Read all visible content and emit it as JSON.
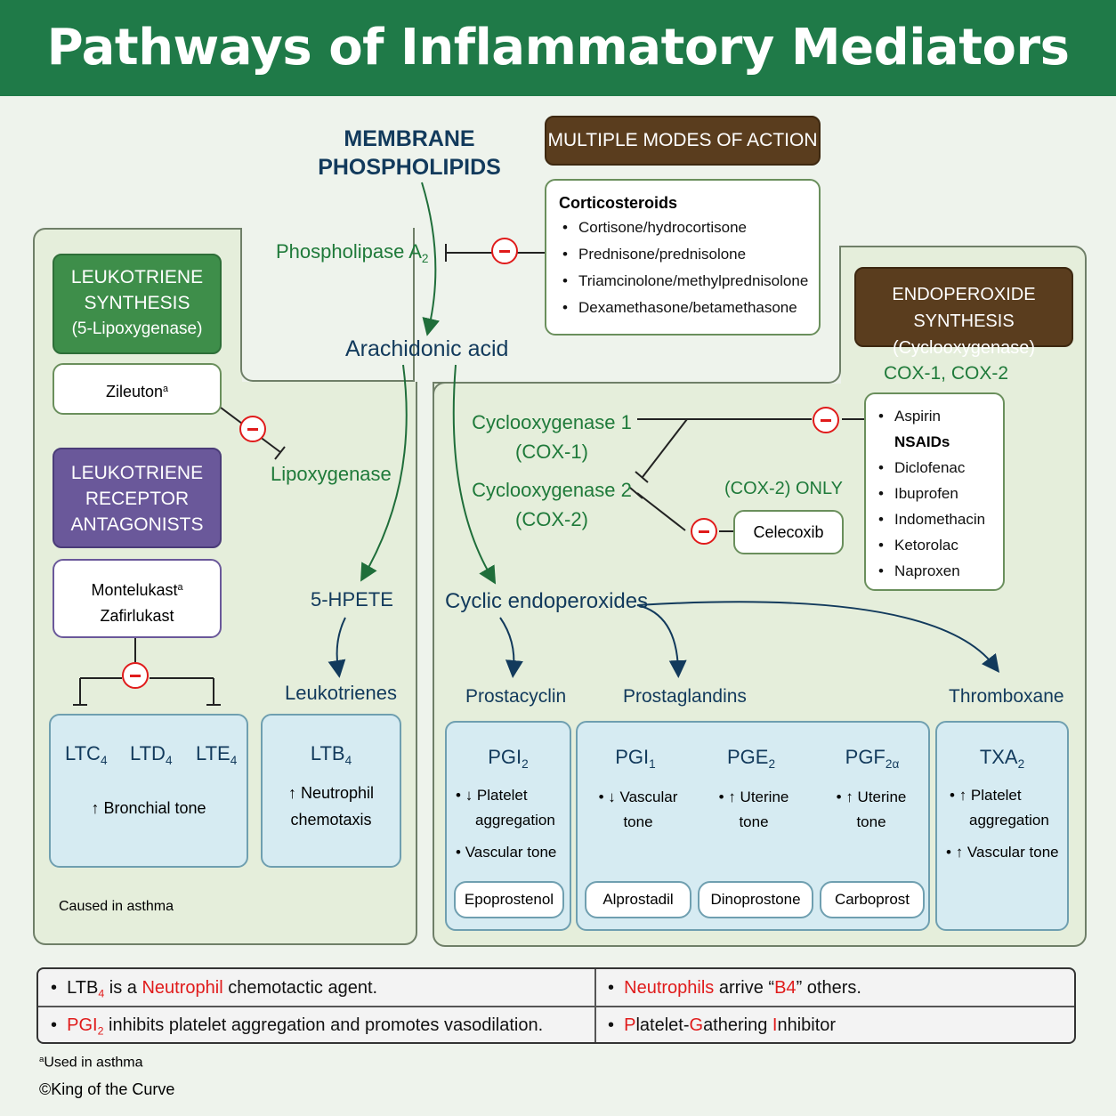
{
  "title": "Pathways of Inflammatory Mediators",
  "membrane": {
    "line1": "MEMBRANE",
    "line2": "PHOSPHOLIPIDS"
  },
  "phospholipase": {
    "text": "Phospholipase A",
    "sub": "2"
  },
  "arachidonic": "Arachidonic acid",
  "multiple_modes": {
    "header": "MULTIPLE MODES OF ACTION",
    "title": "Corticosteroids",
    "items": [
      "Cortisone/hydrocortisone",
      "Prednisone/prednisolone",
      "Triamcinolone/methylprednisolone",
      "Dexamethasone/betamethasone"
    ]
  },
  "leukotriene_synthesis": {
    "line1": "LEUKOTRIENE",
    "line2": "SYNTHESIS",
    "line3": "(5-Lipoxygenase)"
  },
  "zileuton": {
    "name": "Zileuton",
    "mark": "a"
  },
  "lipoxygenase": "Lipoxygenase",
  "receptor_antagonists": {
    "line1": "LEUKOTRIENE",
    "line2": "RECEPTOR",
    "line3": "ANTAGONISTS"
  },
  "antagonist_drugs": {
    "drug1": "Montelukast",
    "mark": "a",
    "drug2": "Zafirlukast"
  },
  "hpete": "5-HPETE",
  "leukotrienes": "Leukotrienes",
  "ltc_box": {
    "ltc": "LTC",
    "ltc_sub": "4",
    "ltd": "LTD",
    "ltd_sub": "4",
    "lte": "LTE",
    "lte_sub": "4",
    "effect": "↑ Bronchial tone"
  },
  "ltb_box": {
    "name": "LTB",
    "sub": "4",
    "effect1": "↑ Neutrophil",
    "effect2": "chemotaxis"
  },
  "caused_in_asthma": "Caused in asthma",
  "endoperoxide": {
    "line1": "ENDOPEROXIDE SYNTHESIS",
    "line2": "(Cyclooxygenase)"
  },
  "cox12_label": "COX-1, COX-2",
  "cox1": {
    "line1": "Cyclooxygenase 1",
    "line2": "(COX-1)"
  },
  "cox2": {
    "line1": "Cyclooxygenase 2",
    "line2": "(COX-2)"
  },
  "cox2_only": "(COX-2) ONLY",
  "celecoxib": "Celecoxib",
  "nsaids": {
    "aspirin": "Aspirin",
    "header": "NSAIDs",
    "items": [
      "Diclofenac",
      "Ibuprofen",
      "Indomethacin",
      "Ketorolac",
      "Naproxen"
    ]
  },
  "cyclic_endoperoxides": "Cyclic endoperoxides",
  "prostacyclin": {
    "label": "Prostacyclin",
    "name": "PGI",
    "sub": "2",
    "eff1a": "↓ Platelet",
    "eff1b": "aggregation",
    "eff2": "Vascular tone",
    "drug": "Epoprostenol"
  },
  "prostaglandins": {
    "label": "Prostaglandins",
    "pgi1": {
      "name": "PGI",
      "sub": "1",
      "eff1": "↓ Vascular",
      "eff2": "tone",
      "drug": "Alprostadil"
    },
    "pge2": {
      "name": "PGE",
      "sub": "2",
      "eff1": "↑ Uterine",
      "eff2": "tone",
      "drug": "Dinoprostone"
    },
    "pgf2a": {
      "name": "PGF",
      "sub": "2α",
      "eff1": "↑ Uterine",
      "eff2": "tone",
      "drug": "Carboprost"
    }
  },
  "thromboxane": {
    "label": "Thromboxane",
    "name": "TXA",
    "sub": "2",
    "eff1a": "↑ Platelet",
    "eff1b": "aggregation",
    "eff2": "↑ Vascular tone"
  },
  "bottom": {
    "r1c1": {
      "a": "LTB",
      "sub": "4",
      "b": "is a",
      "c": "Neutrophil",
      "d": "chemotactic agent."
    },
    "r1c2": {
      "a": "Neutrophils",
      "b": "arrive “",
      "c": "B4",
      "d": "” others."
    },
    "r2c1": {
      "a": "PGI",
      "sub": "2",
      "b": "inhibits platelet aggregation and promotes vasodilation."
    },
    "r2c2": {
      "p": "P",
      "p_rest": "latelet-",
      "g": "G",
      "g_rest": "athering ",
      "i": "I",
      "i_rest": "nhibitor"
    }
  },
  "footnote": {
    "mark": "a",
    "text": "Used in asthma"
  },
  "copyright": "©King of the Curve",
  "colors": {
    "title_bar": "#1f7a48",
    "inhibit_red": "#e01b1b",
    "navy": "#123a5c",
    "green_text": "#1f7a3a"
  }
}
